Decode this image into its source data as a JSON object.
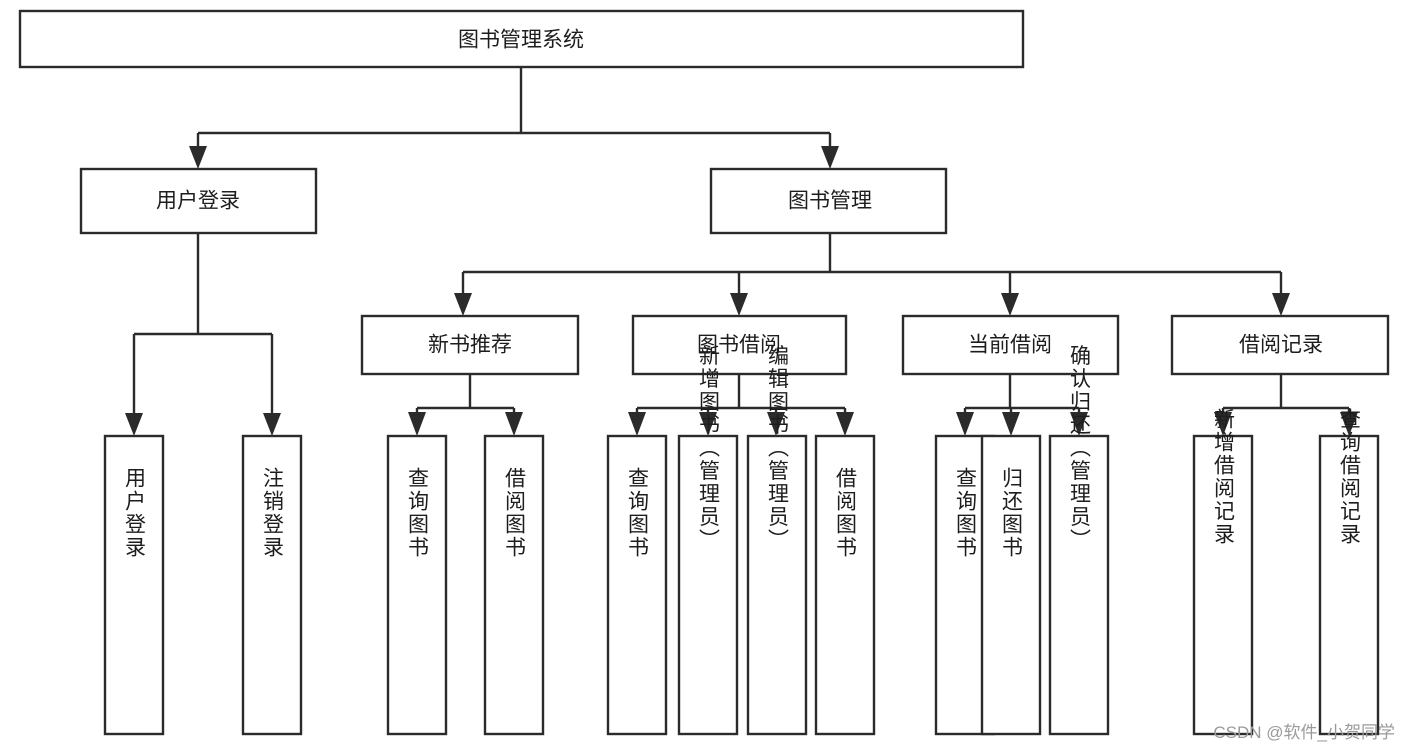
{
  "diagram": {
    "type": "tree-hierarchy-chart",
    "title": "图书管理系统",
    "orientation": "top-down",
    "colors": {
      "box_stroke": "#2b2b2b",
      "box_fill": "#ffffff",
      "connector": "#2b2b2b",
      "text": "#1d1d1d",
      "watermark": "#9a9a9a",
      "background": "#ffffff"
    },
    "root": {
      "label": "图书管理系统"
    },
    "level1": [
      {
        "label": "用户登录"
      },
      {
        "label": "图书管理"
      }
    ],
    "level2": [
      {
        "label": "新书推荐",
        "parent": "图书管理"
      },
      {
        "label": "图书借阅",
        "parent": "图书管理"
      },
      {
        "label": "当前借阅",
        "parent": "图书管理"
      },
      {
        "label": "借阅记录",
        "parent": "图书管理"
      }
    ],
    "leaves": [
      {
        "label": "用户登录",
        "parent": "用户登录"
      },
      {
        "label": "注销登录",
        "parent": "用户登录"
      },
      {
        "label": "查询图书",
        "parent": "新书推荐"
      },
      {
        "label": "借阅图书",
        "parent": "新书推荐"
      },
      {
        "label": "查询图书",
        "parent": "图书借阅"
      },
      {
        "label": "新增图书（管理员）",
        "parent": "图书借阅"
      },
      {
        "label": "编辑图书（管理员）",
        "parent": "图书借阅"
      },
      {
        "label": "借阅图书",
        "parent": "图书借阅"
      },
      {
        "label": "查询图书",
        "parent": "当前借阅"
      },
      {
        "label": "归还图书",
        "parent": "当前借阅"
      },
      {
        "label": "确认归还（管理员）",
        "parent": "当前借阅"
      },
      {
        "label": "新增借阅记录",
        "parent": "借阅记录"
      },
      {
        "label": "查询借阅记录",
        "parent": "借阅记录"
      }
    ],
    "watermark": "CSDN @软件_小贺同学"
  }
}
